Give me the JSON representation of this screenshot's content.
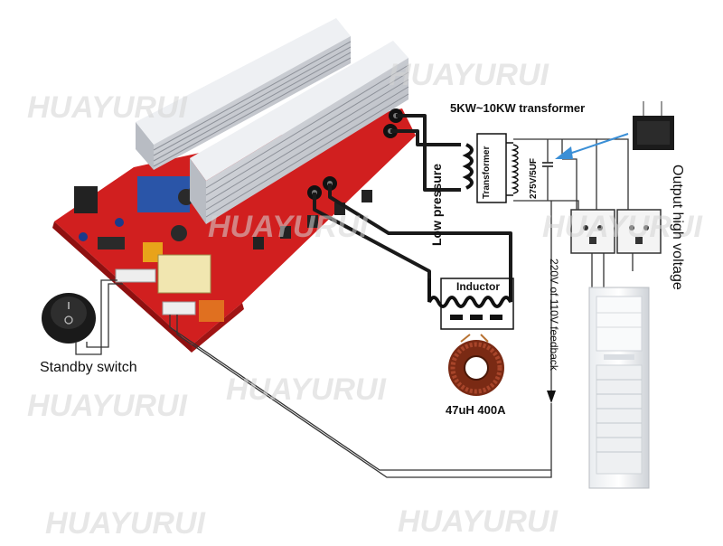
{
  "watermark": "HUAYURUI",
  "labels": {
    "transformer_title": "5KW~10KW transformer",
    "transformer_box": "Transformer",
    "capacitor": "275V/5UF",
    "low_pressure": "Low pressure",
    "inductor_box": "Inductor",
    "inductor_spec": "47uH 400A",
    "feedback": "220V of 110V feedback",
    "output": "Output high voltage",
    "standby": "Standby switch"
  },
  "colors": {
    "board": "#d11f1f",
    "heatsink": "#c9ccd2",
    "wire": "#1a1a1a",
    "signal_line": "#333333",
    "arrow": "#3b8fd6",
    "coil": "#7a2a14"
  }
}
